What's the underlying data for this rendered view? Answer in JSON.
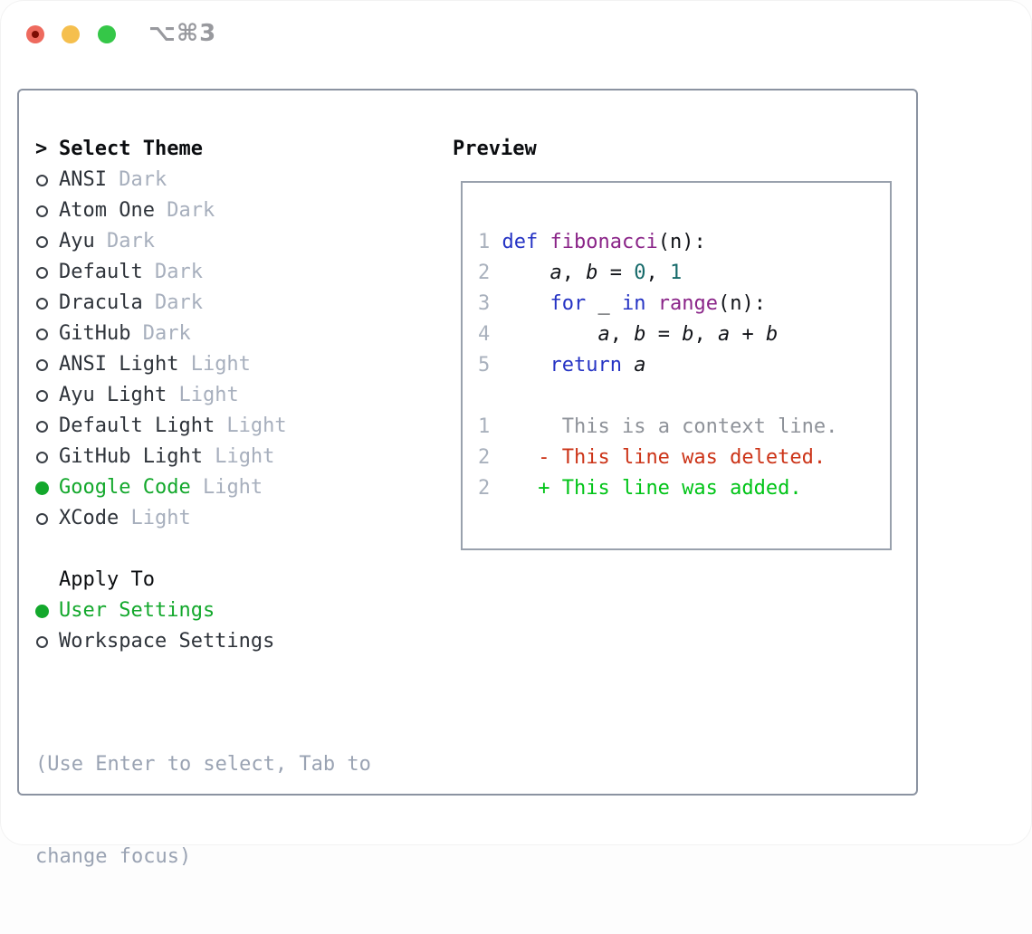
{
  "window": {
    "title": "⌥⌘3"
  },
  "theme_list": {
    "header_prefix": ">",
    "header": "Select Theme",
    "items": [
      {
        "label": "ANSI",
        "variant": "Dark",
        "selected": false
      },
      {
        "label": "Atom One",
        "variant": "Dark",
        "selected": false
      },
      {
        "label": "Ayu",
        "variant": "Dark",
        "selected": false
      },
      {
        "label": "Default",
        "variant": "Dark",
        "selected": false
      },
      {
        "label": "Dracula",
        "variant": "Dark",
        "selected": false
      },
      {
        "label": "GitHub",
        "variant": "Dark",
        "selected": false
      },
      {
        "label": "ANSI Light",
        "variant": "Light",
        "selected": false
      },
      {
        "label": "Ayu Light",
        "variant": "Light",
        "selected": false
      },
      {
        "label": "Default Light",
        "variant": "Light",
        "selected": false
      },
      {
        "label": "GitHub Light",
        "variant": "Light",
        "selected": false
      },
      {
        "label": "Google Code",
        "variant": "Light",
        "selected": true
      },
      {
        "label": "XCode",
        "variant": "Light",
        "selected": false
      }
    ]
  },
  "apply_to": {
    "header": "Apply To",
    "options": [
      {
        "label": "User Settings",
        "selected": true
      },
      {
        "label": "Workspace Settings",
        "selected": false
      }
    ]
  },
  "hint": {
    "line1": "(Use Enter to select, Tab to",
    "line2": "change focus)"
  },
  "preview": {
    "header": "Preview",
    "lines": [
      {
        "tokens": [
          [
            "ln",
            "1"
          ],
          [
            "pl",
            " "
          ],
          [
            "kw",
            "def"
          ],
          [
            "pl",
            " "
          ],
          [
            "fn",
            "fibonacci"
          ],
          [
            "pl",
            "(n):"
          ]
        ]
      },
      {
        "tokens": [
          [
            "ln",
            "2"
          ],
          [
            "pl",
            "     "
          ],
          [
            "it",
            "a"
          ],
          [
            "pl",
            ", "
          ],
          [
            "it",
            "b"
          ],
          [
            "pl",
            " = "
          ],
          [
            "num",
            "0"
          ],
          [
            "pl",
            ", "
          ],
          [
            "num",
            "1"
          ]
        ]
      },
      {
        "tokens": [
          [
            "ln",
            "3"
          ],
          [
            "pl",
            "     "
          ],
          [
            "kw",
            "for"
          ],
          [
            "pl",
            " _ "
          ],
          [
            "kw",
            "in"
          ],
          [
            "pl",
            " "
          ],
          [
            "fn",
            "range"
          ],
          [
            "pl",
            "(n):"
          ]
        ]
      },
      {
        "tokens": [
          [
            "ln",
            "4"
          ],
          [
            "pl",
            "         "
          ],
          [
            "it",
            "a"
          ],
          [
            "pl",
            ", "
          ],
          [
            "it",
            "b"
          ],
          [
            "pl",
            " = "
          ],
          [
            "it",
            "b"
          ],
          [
            "pl",
            ", "
          ],
          [
            "it",
            "a"
          ],
          [
            "pl",
            " + "
          ],
          [
            "it",
            "b"
          ]
        ]
      },
      {
        "tokens": [
          [
            "ln",
            "5"
          ],
          [
            "pl",
            "     "
          ],
          [
            "kw",
            "return"
          ],
          [
            "pl",
            " "
          ],
          [
            "it",
            "a"
          ]
        ]
      },
      {
        "tokens": []
      },
      {
        "tokens": [
          [
            "ln",
            "1"
          ],
          [
            "pl",
            "      "
          ],
          [
            "ctx",
            "This is a context line."
          ]
        ]
      },
      {
        "tokens": [
          [
            "ln",
            "2"
          ],
          [
            "pl",
            "    "
          ],
          [
            "del",
            "- This line was deleted."
          ]
        ]
      },
      {
        "tokens": [
          [
            "ln",
            "2"
          ],
          [
            "pl",
            "    "
          ],
          [
            "add",
            "+ This line was added."
          ]
        ]
      }
    ]
  },
  "colors": {
    "traffic-red": "#ee6a5e",
    "traffic-red-dot": "#7d0d03",
    "traffic-yellow": "#f5bf4e",
    "traffic-green": "#35c748",
    "title-gray": "#98999e",
    "panel-border": "#8b93a1",
    "preview-border": "#99a1ad",
    "header-black": "#0b0d10",
    "label-dark": "#2e333a",
    "variant-gray": "#a7afbd",
    "radio-outline": "#3a3f46",
    "selected-green": "#13a82c",
    "hint-gray": "#9aa3b3",
    "line-number": "#a9b1bd",
    "keyword-blue": "#2533c4",
    "function-purple": "#8a2488",
    "number-teal": "#166a6a",
    "code-plain": "#121419",
    "context-gray": "#8e9299",
    "deleted-red": "#cc3418",
    "added-green": "#00c417"
  }
}
